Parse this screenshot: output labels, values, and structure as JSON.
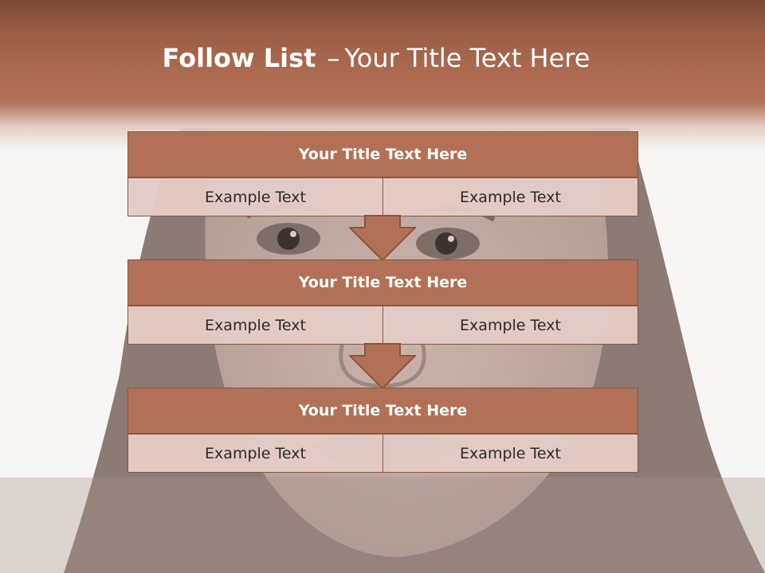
{
  "slide": {
    "title_bold": "Follow List",
    "title_sep": "–",
    "title_rest": "Your Title Text Here"
  },
  "blocks": [
    {
      "title": "Your Title Text Here",
      "left_text": "Example Text",
      "right_text": "Example Text"
    },
    {
      "title": "Your Title Text Here",
      "left_text": "Example Text",
      "right_text": "Example Text"
    },
    {
      "title": "Your Title Text Here",
      "left_text": "Example Text",
      "right_text": "Example Text"
    }
  ],
  "colors": {
    "accent": "#b27156",
    "border": "#8a5540",
    "cell_bg": "#e4ccc6",
    "header_dark": "#7a4a34"
  }
}
